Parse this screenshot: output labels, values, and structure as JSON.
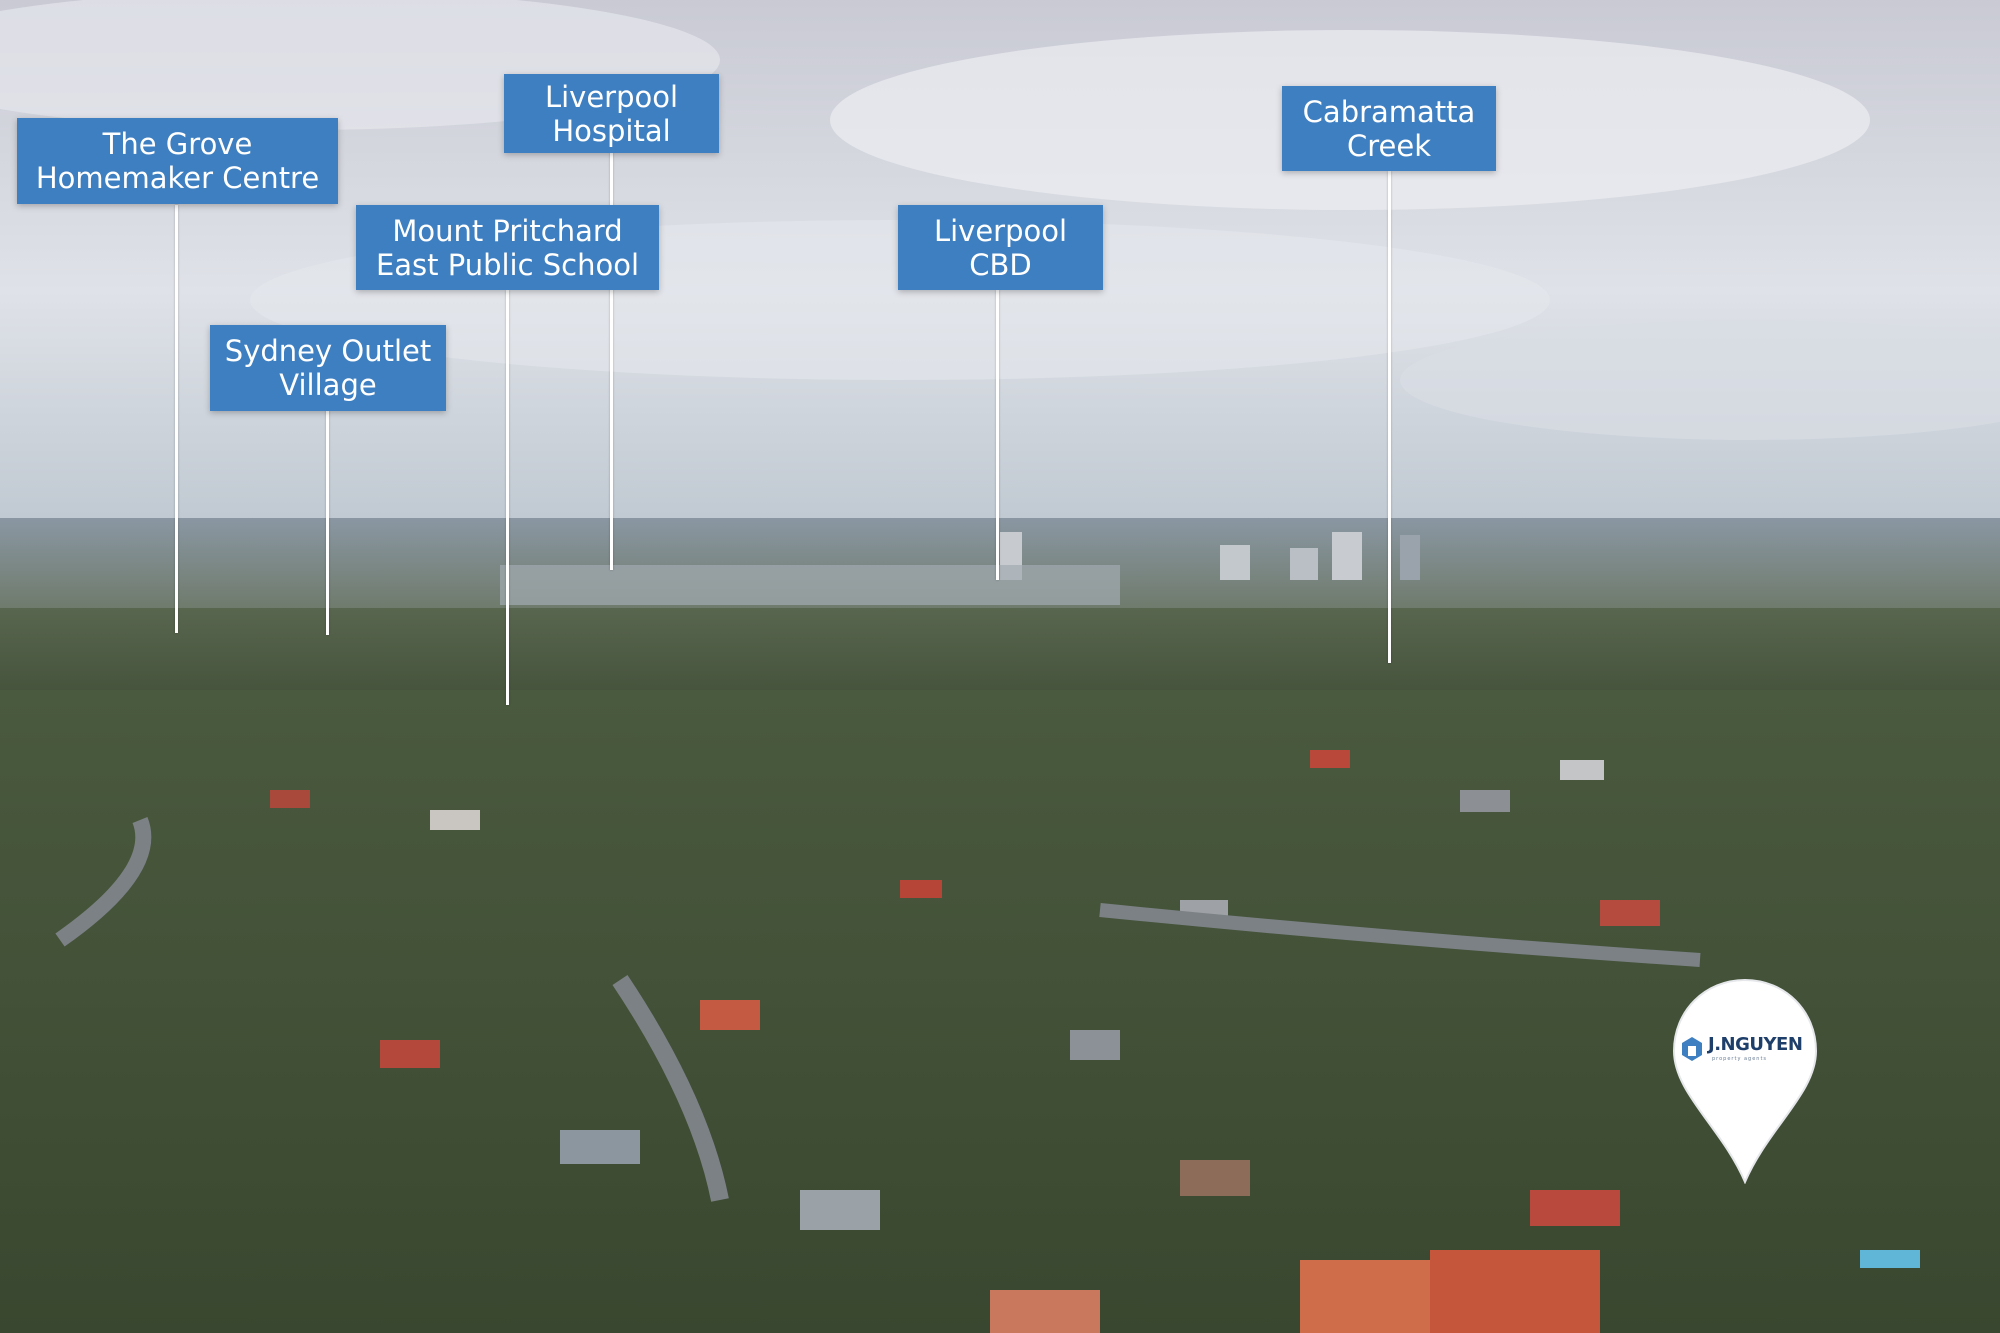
{
  "labels": [
    {
      "id": "the-grove",
      "lines": [
        "The Grove",
        "Homemaker Centre"
      ]
    },
    {
      "id": "liverpool-hospital",
      "lines": [
        "Liverpool",
        "Hospital"
      ]
    },
    {
      "id": "mount-pritchard",
      "lines": [
        "Mount Pritchard",
        "East Public School"
      ]
    },
    {
      "id": "sydney-outlet",
      "lines": [
        "Sydney Outlet",
        "Village"
      ]
    },
    {
      "id": "liverpool-cbd",
      "lines": [
        "Liverpool",
        "CBD"
      ]
    },
    {
      "id": "cabramatta-creek",
      "lines": [
        "Cabramatta",
        "Creek"
      ]
    }
  ],
  "watermark": {
    "brand": "J.NGUYEN",
    "tagline": "property agents"
  },
  "colors": {
    "label_bg": "#3e7fc1",
    "label_text": "#ffffff",
    "sky_top": "#c9ccd6",
    "horizon": "#b7c1cc"
  }
}
